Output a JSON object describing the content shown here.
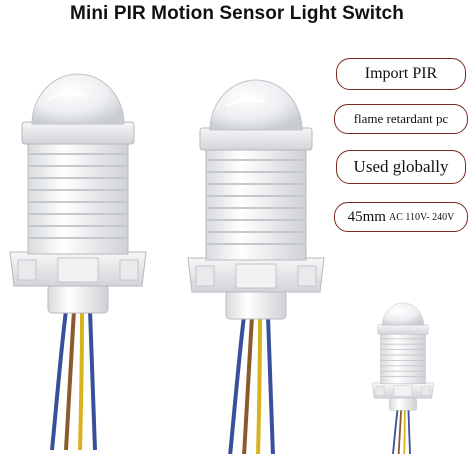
{
  "title": "Mini PIR Motion Sensor Light Switch",
  "badges": {
    "import_pir": "Import PIR",
    "flame_retardant": "flame retardant pc",
    "used_globally": "Used globally",
    "size_main": "45mm",
    "size_voltage": "AC 110V- 240V"
  },
  "colors": {
    "badge_border": "#7a2a1e",
    "wire_blue": "#3a4f9c",
    "wire_brown": "#8a5a2a",
    "wire_yellow": "#d9b21f"
  },
  "icons": [
    "pir-sensor-large-left",
    "pir-sensor-large-right",
    "pir-sensor-small"
  ]
}
